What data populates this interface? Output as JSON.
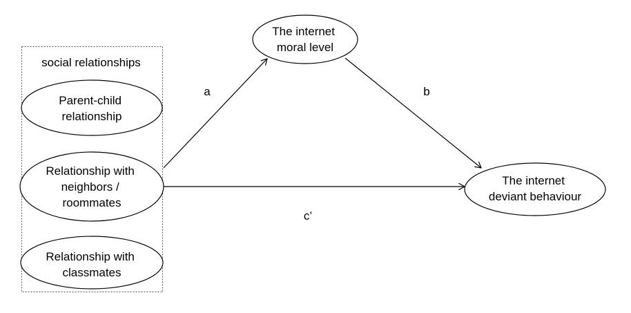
{
  "group": {
    "title": "social relationships"
  },
  "nodes": {
    "parent_child": [
      "Parent-child",
      "relationship"
    ],
    "neighbors": [
      "Relationship with",
      "neighbors /",
      "roommates"
    ],
    "classmates": [
      "Relationship with",
      "classmates"
    ],
    "moral_level": [
      "The internet",
      "moral level"
    ],
    "deviant": [
      "The internet",
      "deviant behaviour"
    ]
  },
  "paths": {
    "a": "a",
    "b": "b",
    "c_prime": "c’"
  },
  "colors": {
    "stroke": "#000000",
    "group_border": "#555555",
    "background": "#ffffff"
  }
}
